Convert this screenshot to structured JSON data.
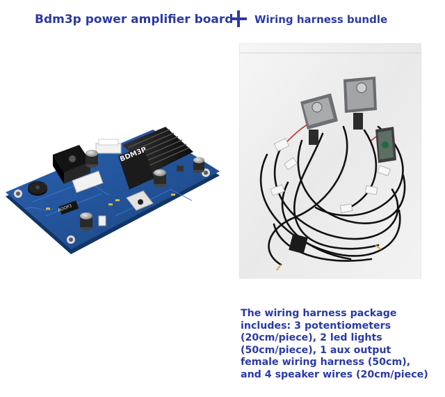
{
  "header": {
    "title_left": "Bdm3p power amplifier board",
    "plus_icon": "plus-icon",
    "title_right": "Wiring harness bundle"
  },
  "board": {
    "chip_label": "BDM3P",
    "tag_label": "AOOP3"
  },
  "caption": {
    "lines": [
      "The wiring harness package",
      "includes: 3 potentiometers",
      "(20cm/piece), 2 led lights",
      "(50cm/piece), 1 aux output",
      "female wiring harness (50cm),",
      "and 4 speaker wires (20cm/piece)"
    ]
  },
  "colors": {
    "accent_text": "#2b3aa6",
    "pcb_blue": "#1d4f9c",
    "heatsink": "#1c1c1c"
  }
}
